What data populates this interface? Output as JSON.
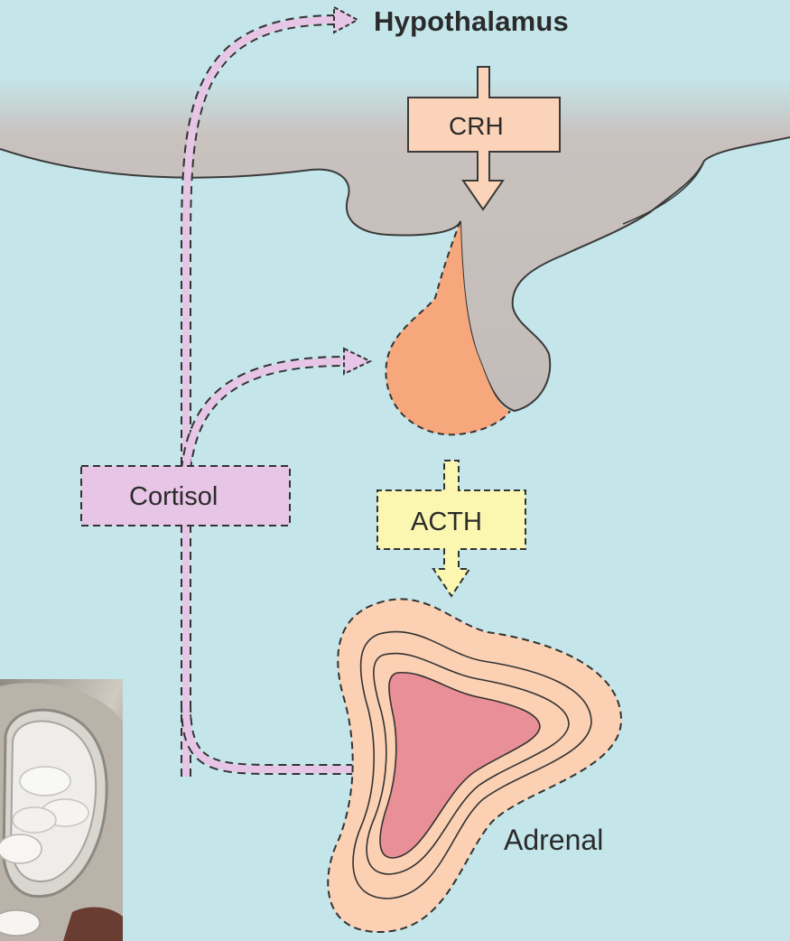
{
  "labels": {
    "hypothalamus": "Hypothalamus",
    "crh": "CRH",
    "cortisol": "Cortisol",
    "acth": "ACTH",
    "adrenal": "Adrenal"
  },
  "colors": {
    "background": "#c4e6ea",
    "brain_tissue": "#c4bcb9",
    "anterior_pituitary": "#f7a77c",
    "crh_box": "#fbd3b8",
    "cortisol_path": "#e7c5e6",
    "acth_box": "#fbf7b0",
    "adrenal_cortex": "#fbd0b3",
    "adrenal_medulla": "#e98f97"
  },
  "photo_inset": {
    "icon": "pill-bottle-photo"
  }
}
